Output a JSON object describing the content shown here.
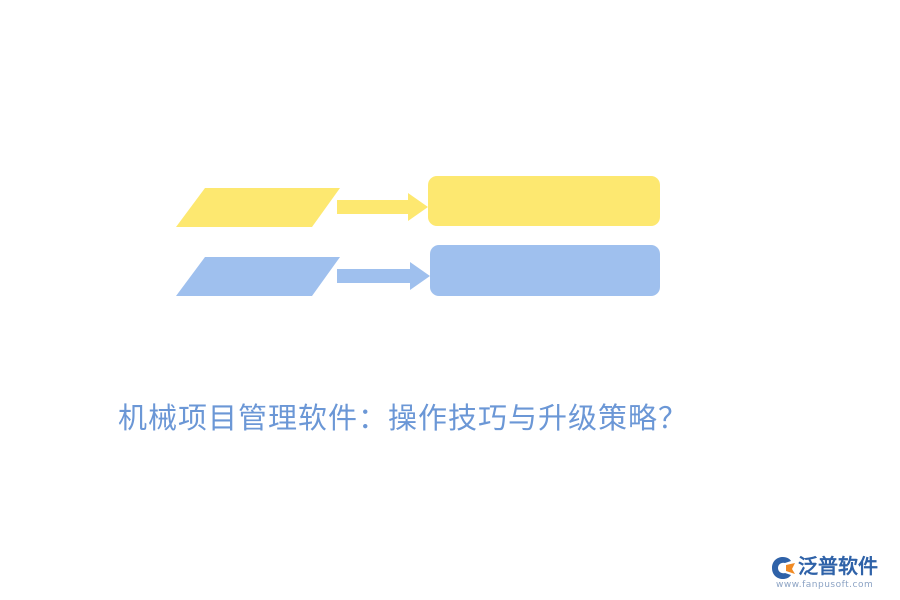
{
  "title": "机械项目管理软件：操作技巧与升级策略？",
  "colors": {
    "yellow": "#fde870",
    "blue": "#9fc0ee",
    "title": "#6b97d6",
    "logo_blue": "#2f62a8",
    "logo_orange": "#f08a24"
  },
  "logo": {
    "icon": "fanpu-logo-icon",
    "name": "泛普软件",
    "url": "www.fanpusoft.com"
  }
}
